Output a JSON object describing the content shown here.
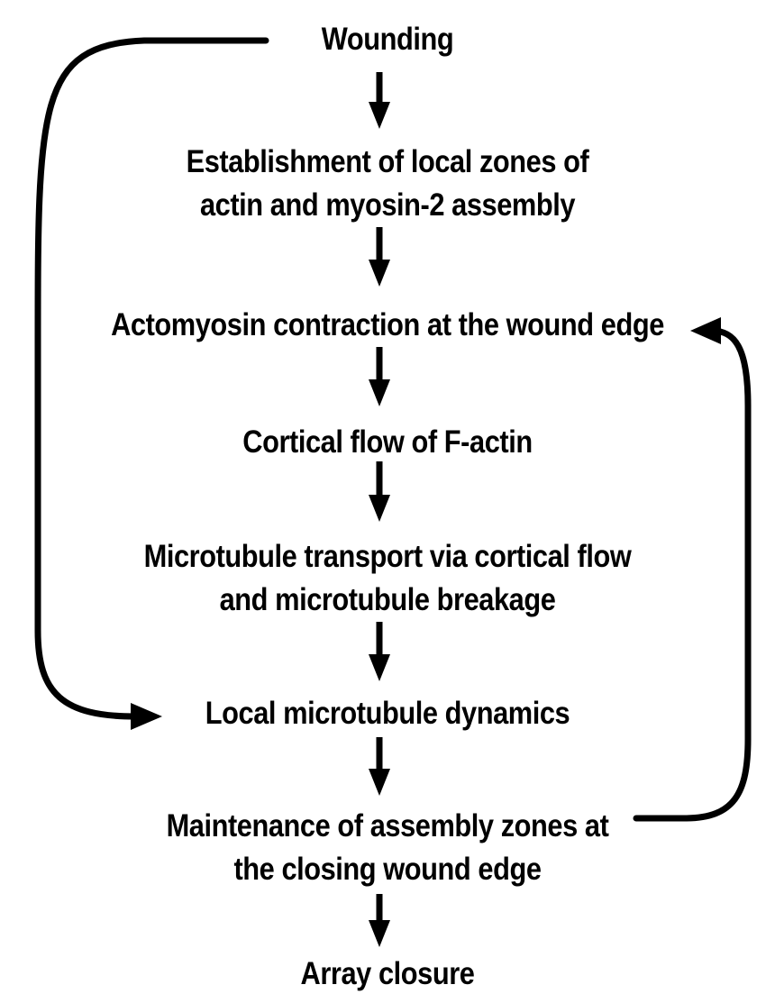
{
  "diagram": {
    "type": "flowchart",
    "nodes": [
      {
        "id": "wounding",
        "lines": [
          "Wounding"
        ]
      },
      {
        "id": "establishment",
        "lines": [
          "Establishment of local zones of",
          "actin and myosin-2 assembly"
        ]
      },
      {
        "id": "actomyosin",
        "lines": [
          "Actomyosin contraction at the wound edge"
        ]
      },
      {
        "id": "cortical-flow",
        "lines": [
          "Cortical flow of F-actin"
        ]
      },
      {
        "id": "microtubule-transport",
        "lines": [
          "Microtubule transport via cortical flow",
          "and microtubule breakage"
        ]
      },
      {
        "id": "local-dynamics",
        "lines": [
          "Local microtubule dynamics"
        ]
      },
      {
        "id": "maintenance",
        "lines": [
          "Maintenance of assembly zones at",
          "the closing wound edge"
        ]
      },
      {
        "id": "closure",
        "lines": [
          "Array closure"
        ]
      }
    ],
    "edges": [
      {
        "from": "wounding",
        "to": "establishment"
      },
      {
        "from": "establishment",
        "to": "actomyosin"
      },
      {
        "from": "actomyosin",
        "to": "cortical-flow"
      },
      {
        "from": "cortical-flow",
        "to": "microtubule-transport"
      },
      {
        "from": "microtubule-transport",
        "to": "local-dynamics"
      },
      {
        "from": "local-dynamics",
        "to": "maintenance"
      },
      {
        "from": "maintenance",
        "to": "closure"
      },
      {
        "from": "wounding",
        "to": "local-dynamics",
        "route": "left-loop"
      },
      {
        "from": "maintenance",
        "to": "actomyosin",
        "route": "right-loop"
      }
    ],
    "colors": {
      "ink": "#000000",
      "background": "#ffffff"
    }
  }
}
